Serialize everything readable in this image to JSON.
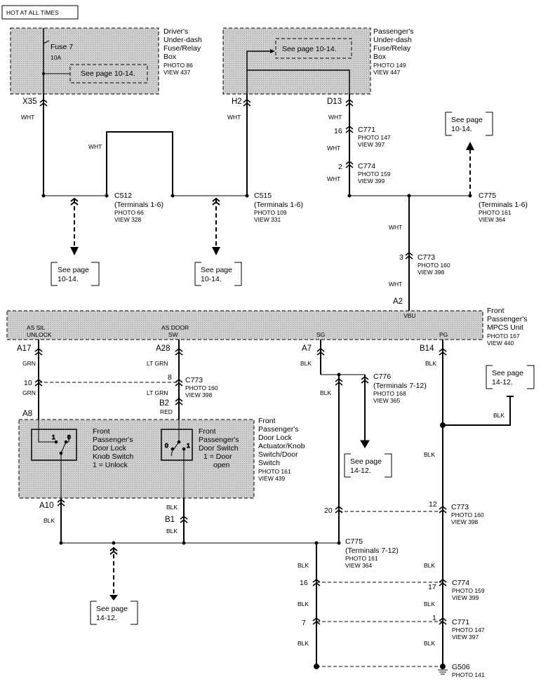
{
  "header": {
    "title": "HOT AT ALL TIMES"
  },
  "driver_box": {
    "title_lines": [
      "Driver's",
      "Under-dash",
      "Fuse/Relay",
      "Box"
    ],
    "photo": "PHOTO 86",
    "view": "VIEW 437",
    "fuse_label": "Fuse 7",
    "fuse_rating": "10A",
    "see_page": "See page 10-14."
  },
  "passenger_box": {
    "title_lines": [
      "Passenger's",
      "Under-dash",
      "Fuse/Relay",
      "Box"
    ],
    "photo": "PHOTO 149",
    "view": "VIEW 447",
    "see_page": "See page 10-14."
  },
  "mpcs_unit": {
    "title_lines": [
      "Front",
      "Passenger's",
      "MPCS Unit"
    ],
    "photo": "PHOTO 167",
    "view": "VIEW 440",
    "inner_labels": {
      "as_sil_unlock_1": "AS SIL",
      "as_sil_unlock_2": "UNLOCK",
      "as_door_1": "AS DOOR",
      "as_door_2": "SW",
      "sg": "SG",
      "vbu": "VBU",
      "pg": "PG"
    }
  },
  "door_lock_assembly": {
    "title_lines": [
      "Front",
      "Passenger's",
      "Door Lock",
      "Actuator/Knob",
      "Switch/Door",
      "Switch"
    ],
    "photo": "PHOTO 161",
    "view": "VIEW 439",
    "knob_switch_lines": [
      "Front",
      "Passenger's",
      "Door Lock",
      "Knob Switch",
      "1 = Unlock"
    ],
    "door_switch_lines": [
      "Front",
      "Passenger's",
      "Door Switch",
      "1 = Door",
      "open"
    ],
    "knob_contacts": {
      "c1": "1",
      "c0": "0"
    },
    "door_contacts": {
      "c0": "0",
      "c1": "1"
    }
  },
  "pins": {
    "x35": "X35",
    "h2": "H2",
    "d13": "D13",
    "a2": "A2",
    "a17": "A17",
    "a28": "A28",
    "a7": "A7",
    "b14": "B14",
    "a8": "A8",
    "b2": "B2",
    "a10": "A10",
    "b1": "B1"
  },
  "connectors": {
    "c512": {
      "name": "C512",
      "terminals": "(Terminals 1-6)",
      "photo": "PHOTO 66",
      "view": "VIEW 328"
    },
    "c515": {
      "name": "C515",
      "terminals": "(Terminals 1-6)",
      "photo": "PHOTO 109",
      "view": "VIEW 331"
    },
    "c771_top": {
      "pin": "16",
      "name": "C771",
      "photo": "PHOTO 147",
      "view": "VIEW 397"
    },
    "c774_top": {
      "pin": "2",
      "name": "C774",
      "photo": "PHOTO 159",
      "view": "VIEW 399"
    },
    "c775_top": {
      "name": "C775",
      "terminals": "(Terminals 1-6)",
      "photo": "PHOTO 161",
      "view": "VIEW 364"
    },
    "c773_top": {
      "pin": "3",
      "name": "C773",
      "photo": "PHOTO 160",
      "view": "VIEW 398"
    },
    "c773_mid": {
      "pin_left": "10",
      "pin_right": "8",
      "name": "C773",
      "photo": "PHOTO 160",
      "view": "VIEW 398"
    },
    "c776": {
      "name": "C776",
      "terminals": "(Terminals 7-12)",
      "photo": "PHOTO 168",
      "view": "VIEW 365"
    },
    "c773_low": {
      "pin_left": "20",
      "pin_right": "12",
      "name": "C773",
      "photo": "PHOTO 160",
      "view": "VIEW 398"
    },
    "c775_low": {
      "name": "C775",
      "terminals": "(Terminals 7-12)",
      "photo": "PHOTO 161",
      "view": "VIEW 364"
    },
    "c774_low": {
      "pin_left": "16",
      "pin_right": "17",
      "name": "C774",
      "photo": "PHOTO 159",
      "view": "VIEW 399"
    },
    "c771_low": {
      "pin_left": "7",
      "pin_right": "1",
      "name": "C771",
      "photo": "PHOTO 147",
      "view": "VIEW 397"
    },
    "g506": {
      "name": "G506",
      "photo": "PHOTO 141"
    }
  },
  "wires": {
    "wht": "WHT",
    "grn": "GRN",
    "lt_grn": "LT GRN",
    "red": "RED",
    "blk": "BLK"
  },
  "see_page_refs": {
    "ref_10_14_a": [
      "See page",
      "10-14."
    ],
    "ref_10_14_b": [
      "See page",
      "10-14."
    ],
    "ref_10_14_c": [
      "See page",
      "10-14."
    ],
    "ref_14_12_a": [
      "See page",
      "14-12."
    ],
    "ref_14_12_b": [
      "See page",
      "14-12."
    ],
    "ref_14_12_c": [
      "See page",
      "14-12."
    ]
  }
}
